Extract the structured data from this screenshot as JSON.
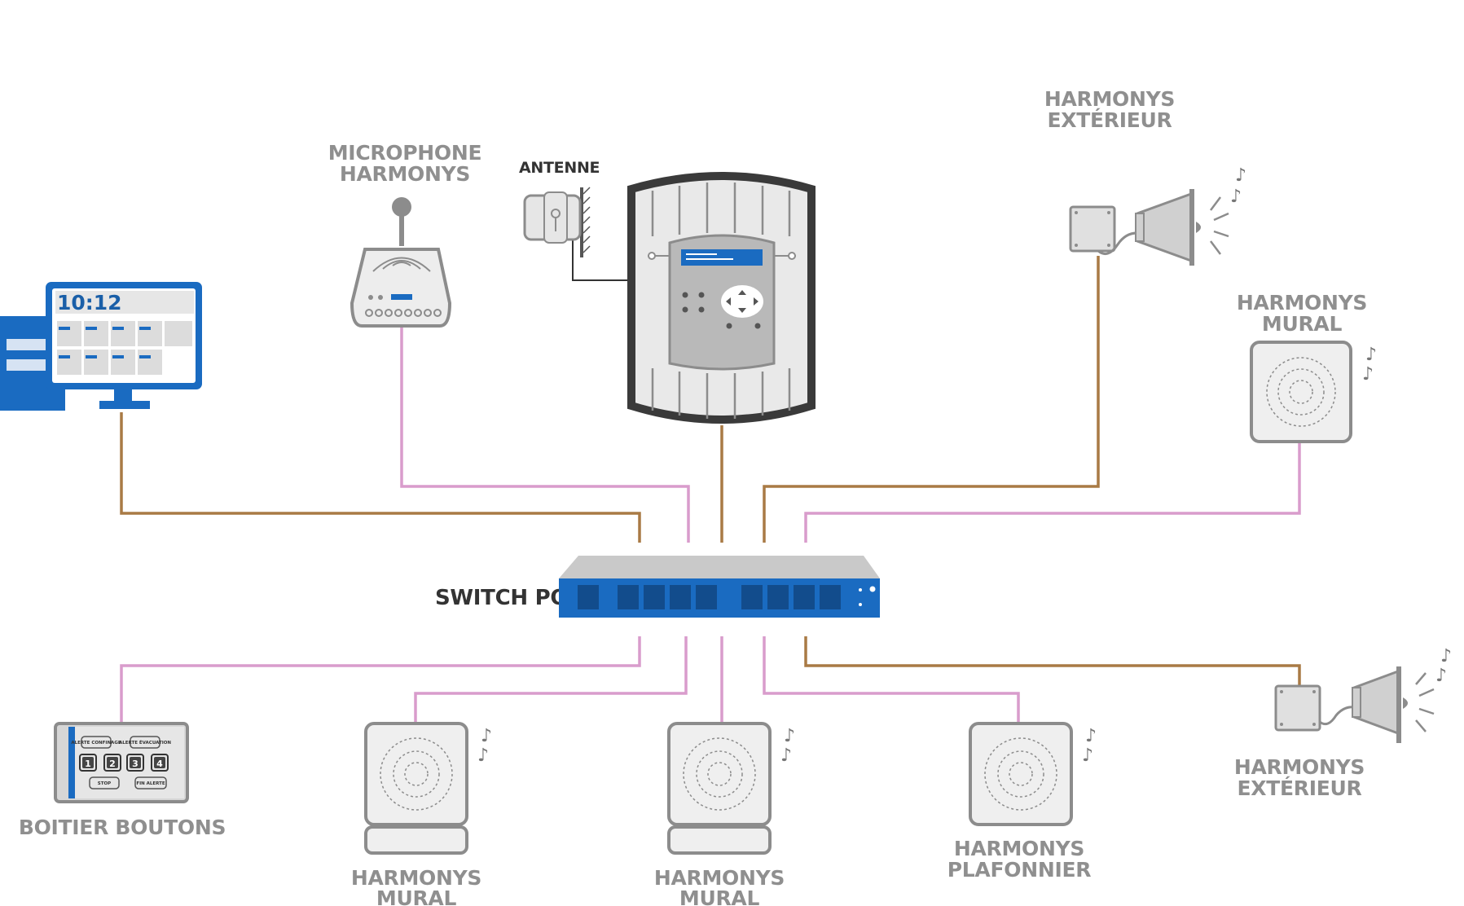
{
  "colors": {
    "poe_line": "#d99ccc",
    "network_line": "#a97a45",
    "device_gray": "#e8e8e8",
    "device_outline": "#8c8c8c",
    "accent_blue": "#1a6bc1",
    "label_gray": "#8f8f8f",
    "label_dark": "#333333"
  },
  "labels": {
    "microphone": [
      "MICROPHONE",
      "HARMONYS"
    ],
    "antenne": "ANTENNE",
    "exterieur_top": [
      "HARMONYS",
      "EXTÉRIEUR"
    ],
    "mural_right": [
      "HARMONYS",
      "MURAL"
    ],
    "switch": "SWITCH POE",
    "boitier": "BOITIER BOUTONS",
    "mural_bottom_1": [
      "HARMONYS",
      "MURAL"
    ],
    "mural_bottom_2": [
      "HARMONYS",
      "MURAL"
    ],
    "plafonnier": [
      "HARMONYS",
      "PLAFONNIER"
    ],
    "exterieur_bottom": [
      "HARMONYS",
      "EXTÉRIEUR"
    ]
  },
  "computer": {
    "time": "10:12"
  },
  "button_box": {
    "alert_confinement": "ALERTE CONFINAGE",
    "alert_evacuation": "ALERTE ÉVACUATION",
    "numbers": [
      "1",
      "2",
      "3",
      "4"
    ],
    "stop": "STOP",
    "fin_alerte": "FIN ALERTE"
  },
  "icons": {
    "music_note": "♪"
  }
}
